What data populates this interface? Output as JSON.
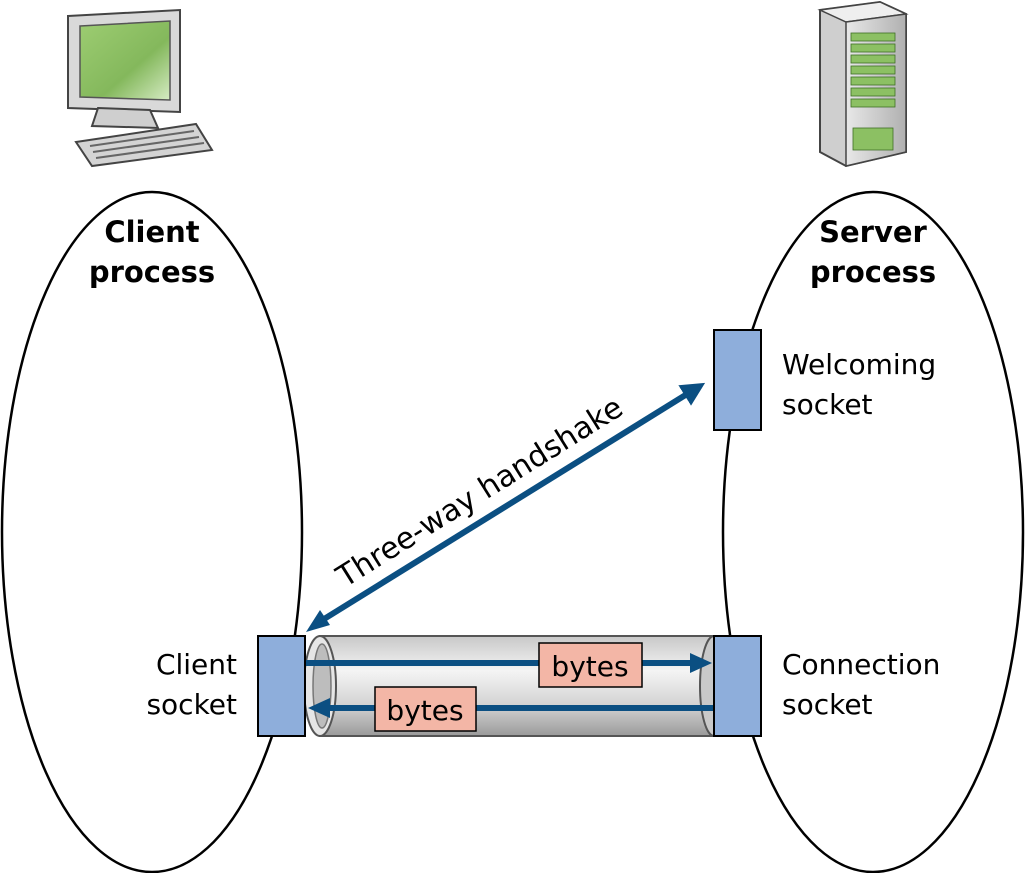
{
  "client": {
    "title_line1": "Client",
    "title_line2": "process",
    "socket_label_line1": "Client",
    "socket_label_line2": "socket",
    "icon": "desktop-computer-icon"
  },
  "server": {
    "title_line1": "Server",
    "title_line2": "process",
    "welcoming_label_line1": "Welcoming",
    "welcoming_label_line2": "socket",
    "connection_label_line1": "Connection",
    "connection_label_line2": "socket",
    "icon": "server-tower-icon"
  },
  "handshake": {
    "label": "Three-way handshake"
  },
  "pipe": {
    "to_server_label": "bytes",
    "to_client_label": "bytes"
  },
  "colors": {
    "arrow": "#0b4f82",
    "socket_fill": "#8eaedb",
    "bytes_fill": "#f3b6a6",
    "screen_green": "#8cc063"
  }
}
